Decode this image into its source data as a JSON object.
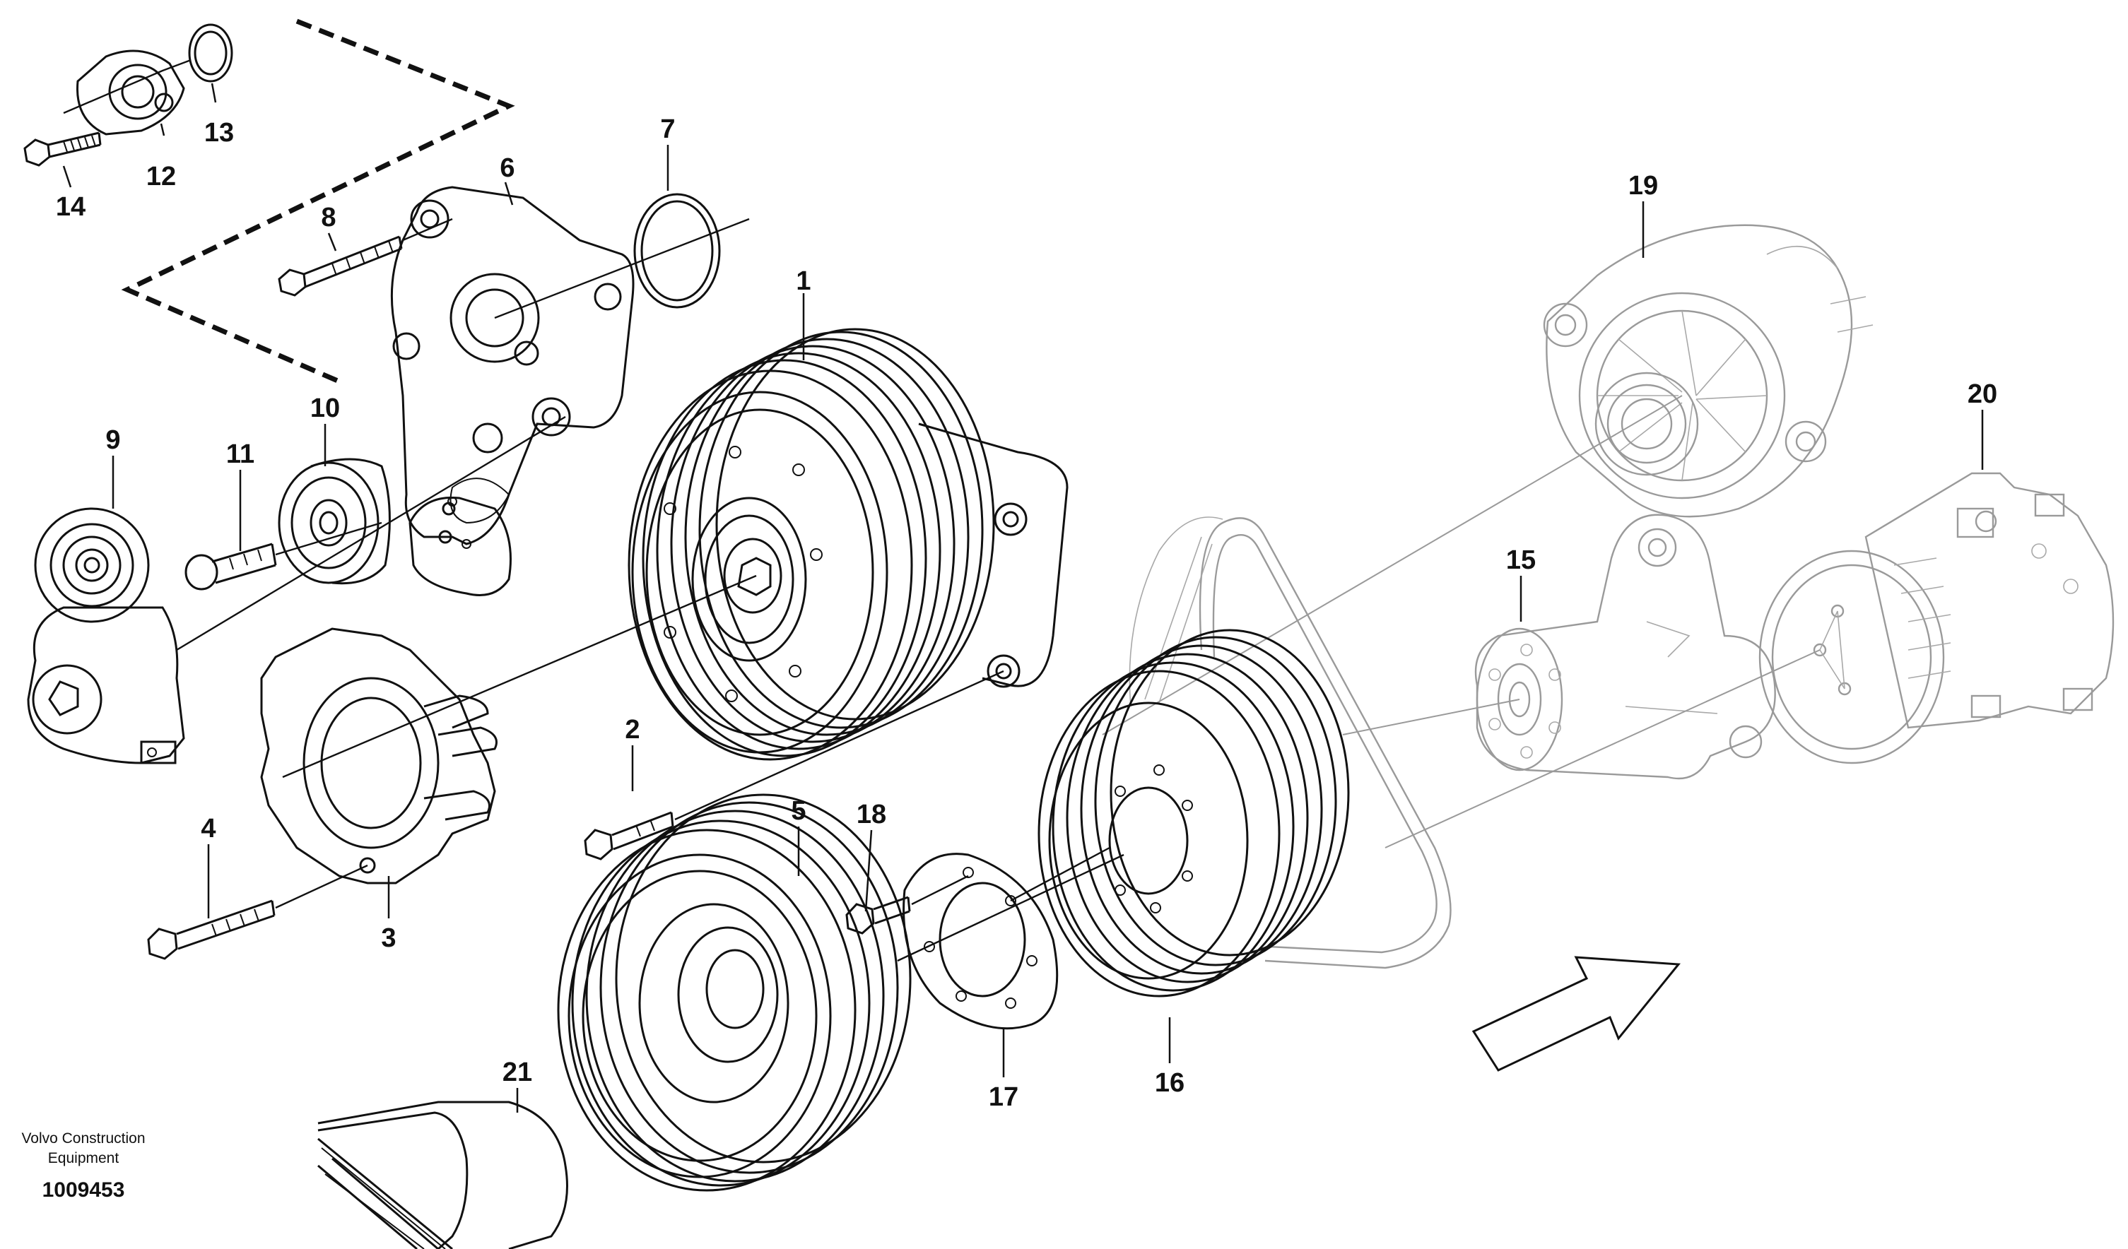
{
  "callouts": {
    "p1": "1",
    "p2": "2",
    "p3": "3",
    "p4": "4",
    "p5": "5",
    "p6": "6",
    "p7": "7",
    "p8": "8",
    "p9": "9",
    "p10": "10",
    "p11": "11",
    "p12": "12",
    "p13": "13",
    "p14": "14",
    "p15": "15",
    "p16": "16",
    "p17": "17",
    "p18": "18",
    "p19": "19",
    "p20": "20",
    "p21": "21"
  },
  "brand": {
    "line1": "Volvo Construction",
    "line2": "Equipment"
  },
  "document_number": "1009453",
  "colors": {
    "ink": "#111111",
    "ghost_parts": "#9a9a9a",
    "background": "#ffffff"
  }
}
